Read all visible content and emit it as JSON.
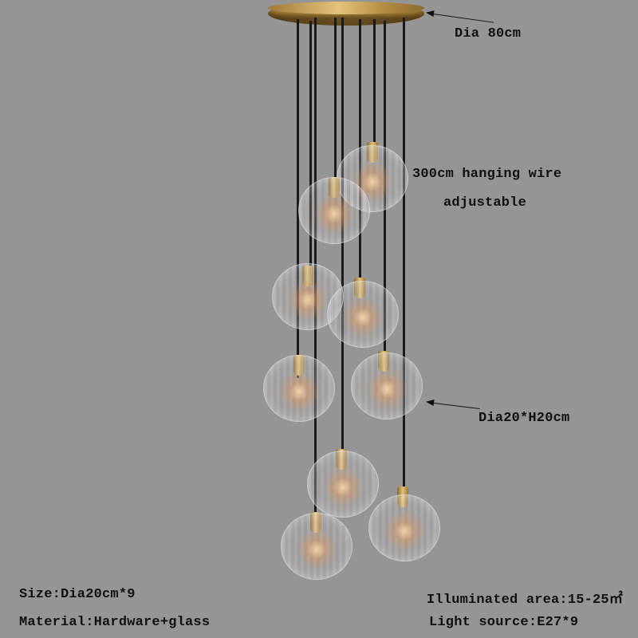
{
  "annotations": {
    "canopy_diameter": "Dia 80cm",
    "wire_length_line1": "300cm hanging wire",
    "wire_length_line2": "adjustable",
    "globe_size": "Dia20*H20cm"
  },
  "specs": {
    "size": "Size:Dia20cm*9",
    "material": "Material:Hardware+glass",
    "illuminated_area": "Illuminated area:15-25㎡",
    "light_source": "Light source:E27*9"
  },
  "product": {
    "pendant_count": 9,
    "colors": {
      "background": "#959595",
      "brass": "#c9a35a",
      "wire": "#1b1b1b",
      "text": "#111111"
    }
  }
}
